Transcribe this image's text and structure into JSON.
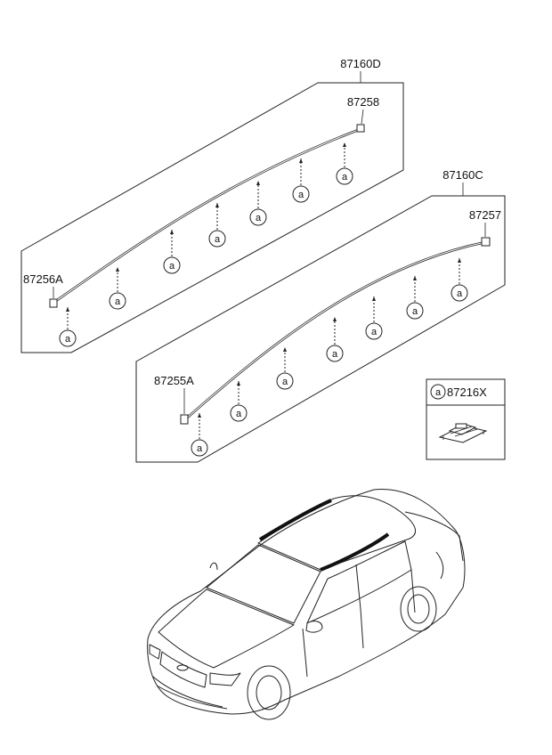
{
  "callouts": {
    "left_assembly": "87160D",
    "left_end_cap_rear": "87258",
    "left_end_cap_front": "87256A",
    "right_assembly": "87160C",
    "right_end_cap_rear": "87257",
    "right_end_cap_front": "87255A",
    "clip_part": "87216X",
    "clip_symbol": "a"
  }
}
